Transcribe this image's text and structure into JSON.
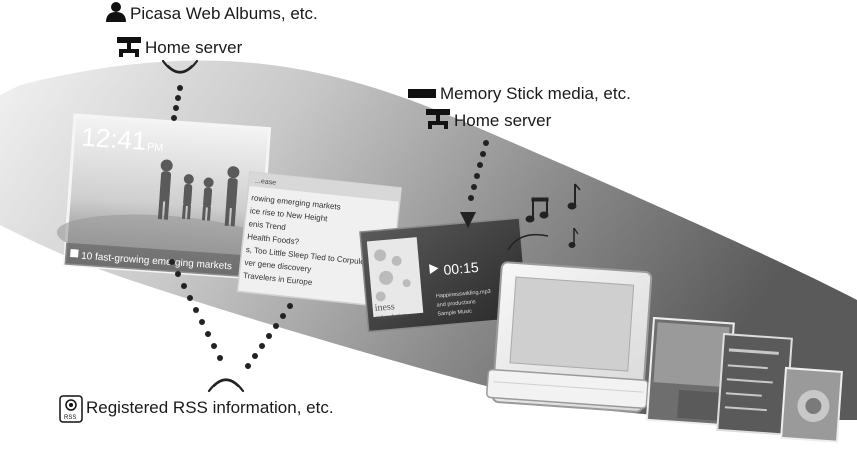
{
  "labels": {
    "picasa": "Picasa Web Albums, etc.",
    "home_server_top": "Home server",
    "memory_stick": "Memory Stick media, etc.",
    "home_server_mid": "Home server",
    "rss": "Registered RSS information, etc."
  },
  "icons": {
    "person": "person-icon",
    "server": "home-server-icon",
    "memory_stick": "memory-stick-icon",
    "rss": "rss-icon",
    "signal": "signal-icon",
    "music": "music-notes-icon"
  },
  "screens": {
    "clock": {
      "time": "12:41",
      "ampm": "PM",
      "ticker": "10 fast-growing emerging markets"
    },
    "rss_list": {
      "header": "...ease",
      "items": [
        "rowing emerging markets",
        "ice rise to New Height",
        "enis Trend",
        "Health Foods?",
        "s, Too Little Sleep Tied to Corpulence",
        "ver gene discovery",
        "Travelers in Europe"
      ]
    },
    "music": {
      "timer": "00:15",
      "art_text": "iness",
      "art_sub": "end productions",
      "track_lines": [
        "Happinesswilding.mp3",
        "and productions",
        "Sample Music"
      ]
    }
  },
  "colors": {
    "background": "#ffffff",
    "band_light": "#e8e8e8",
    "band_dark": "#6a6a6a",
    "text": "#1a1a1a",
    "dot": "#222222"
  }
}
